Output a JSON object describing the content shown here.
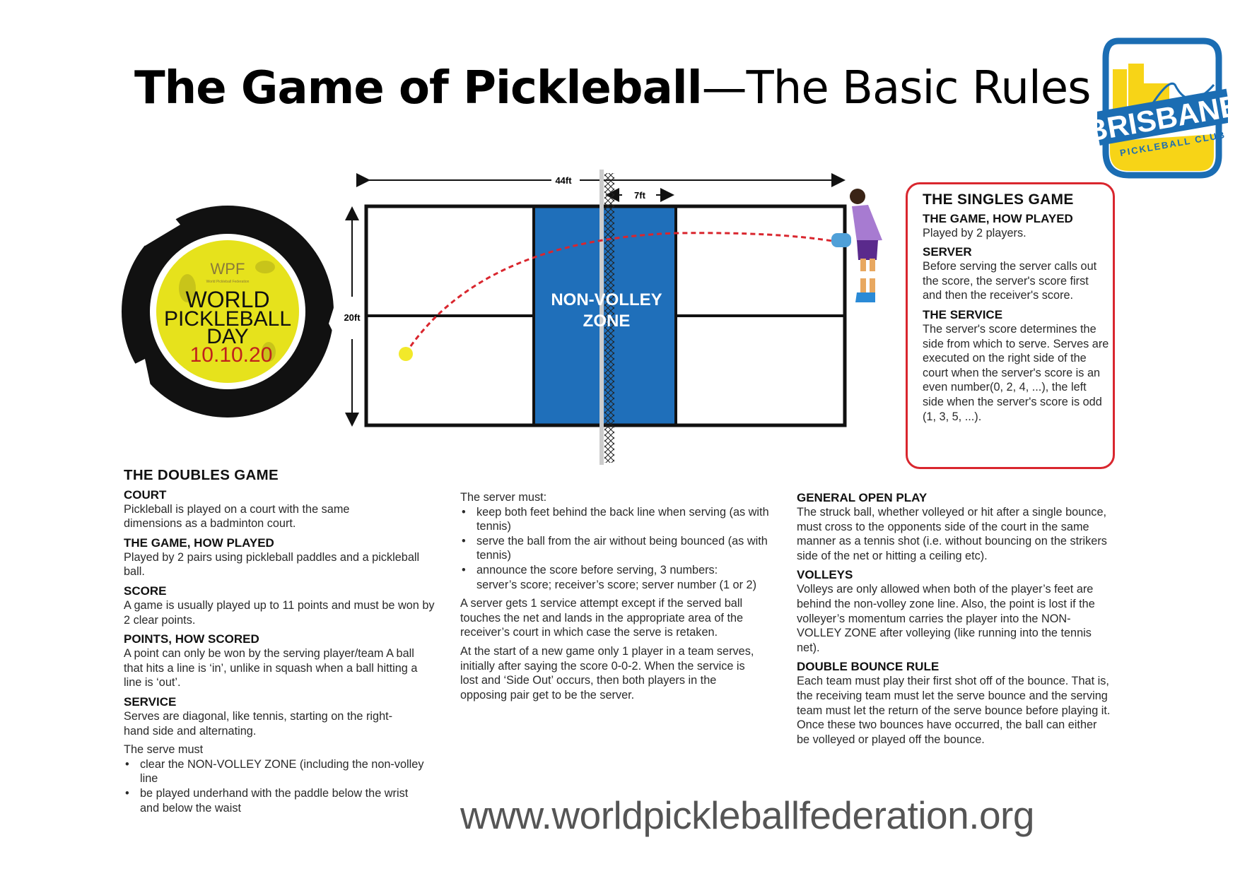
{
  "title": {
    "bold": "The Game of Pickleball",
    "dash": "—",
    "rest": "The Basic Rules"
  },
  "logo_brisbane": {
    "line1": "BRISBANE",
    "line2": "PICKLEBALL CLUB",
    "colors": {
      "blue": "#1b6db3",
      "yellow": "#f7d417"
    }
  },
  "logo_wpf": {
    "org": "WPF",
    "org_full": "World Pickleball Federation",
    "line1": "WORLD",
    "line2": "PICKLEBALL",
    "line3": "DAY",
    "date": "10.10.20",
    "colors": {
      "ball": "#e6e21c"
    }
  },
  "court": {
    "length_label": "44ft",
    "width_label": "20ft",
    "kitchen_label": "7ft",
    "zone_line1": "NON-VOLLEY",
    "zone_line2": "ZONE",
    "colors": {
      "zone": "#1f6fba",
      "trajectory": "#d9262e",
      "ball": "#f2e92a"
    }
  },
  "singles": {
    "heading": "THE SINGLES GAME",
    "sections": [
      {
        "title": "THE GAME, HOW PLAYED",
        "body": "Played by 2 players."
      },
      {
        "title": "SERVER",
        "body": "Before serving the server calls out the score, the server's score first and then the receiver's score."
      },
      {
        "title": "THE SERVICE",
        "body": "The server's score determines the side from which to serve. Serves are executed on the right side of the court when the server's score is an even number(0, 2, 4, ...), the left side when the server's score is odd (1, 3, 5, ...)."
      }
    ]
  },
  "doubles": {
    "heading": "THE DOUBLES GAME",
    "sections": [
      {
        "title": "COURT",
        "body": "Pickleball is played on a court with the same dimensions as a badminton court."
      },
      {
        "title": "THE GAME, HOW PLAYED",
        "body": "Played by 2 pairs using pickleball paddles and a pickleball ball."
      },
      {
        "title": "SCORE",
        "body": "A game is usually played up to 11 points and must be won by 2 clear points."
      },
      {
        "title": "POINTS, HOW SCORED",
        "body": "A point can only be won by the serving player/team A ball that hits a line is ‘in’, unlike in squash when a ball hitting a line is ‘out’."
      },
      {
        "title": "SERVICE",
        "body": "Serves are diagonal, like tennis, starting on the right-hand side and alternating."
      }
    ],
    "serve_must": "The serve must",
    "serve_bullets": [
      "clear the NON-VOLLEY ZONE (including the non-volley line",
      "be played underhand with the paddle below the wrist and below the waist"
    ]
  },
  "middle": {
    "server_must": "The server must:",
    "bullets": [
      "keep both feet behind the back line when serving (as with tennis)",
      "serve the ball from the air without being bounced (as with tennis)",
      "announce the score before serving, 3 numbers: server’s score; receiver’s score; server number (1 or 2)"
    ],
    "para1": "A server gets 1 service attempt except if the served ball touches the net and lands in the appropriate area of the receiver’s court in which case the serve is retaken.",
    "para2": "At the start of a new game only 1 player in a team serves, initially after saying the score 0-0-2. When the service is lost and ‘Side Out’ occurs, then both players in the opposing pair get to be the server."
  },
  "right": {
    "sections": [
      {
        "title": "GENERAL OPEN PLAY",
        "body": "The struck ball, whether volleyed or hit after a single bounce, must cross to the opponents side of the court in the same manner as a tennis shot (i.e. without bouncing on the strikers side of the net or hitting a ceiling etc)."
      },
      {
        "title": "VOLLEYS",
        "body": "Volleys are only allowed when both of the player’s feet are behind the non-volley zone line. Also, the point is lost if the volleyer’s momentum carries the player into the NON-VOLLEY ZONE after volleying (like running into the tennis net)."
      },
      {
        "title": "DOUBLE BOUNCE RULE",
        "body": "Each team must play their first shot off of the bounce. That is, the receiving team must let the serve bounce and the serving team must let the return of the serve bounce before playing it. Once these two bounces have occurred, the ball can either be volleyed or played off the bounce."
      }
    ]
  },
  "footer": {
    "url": "www.worldpickleballfederation.org"
  }
}
